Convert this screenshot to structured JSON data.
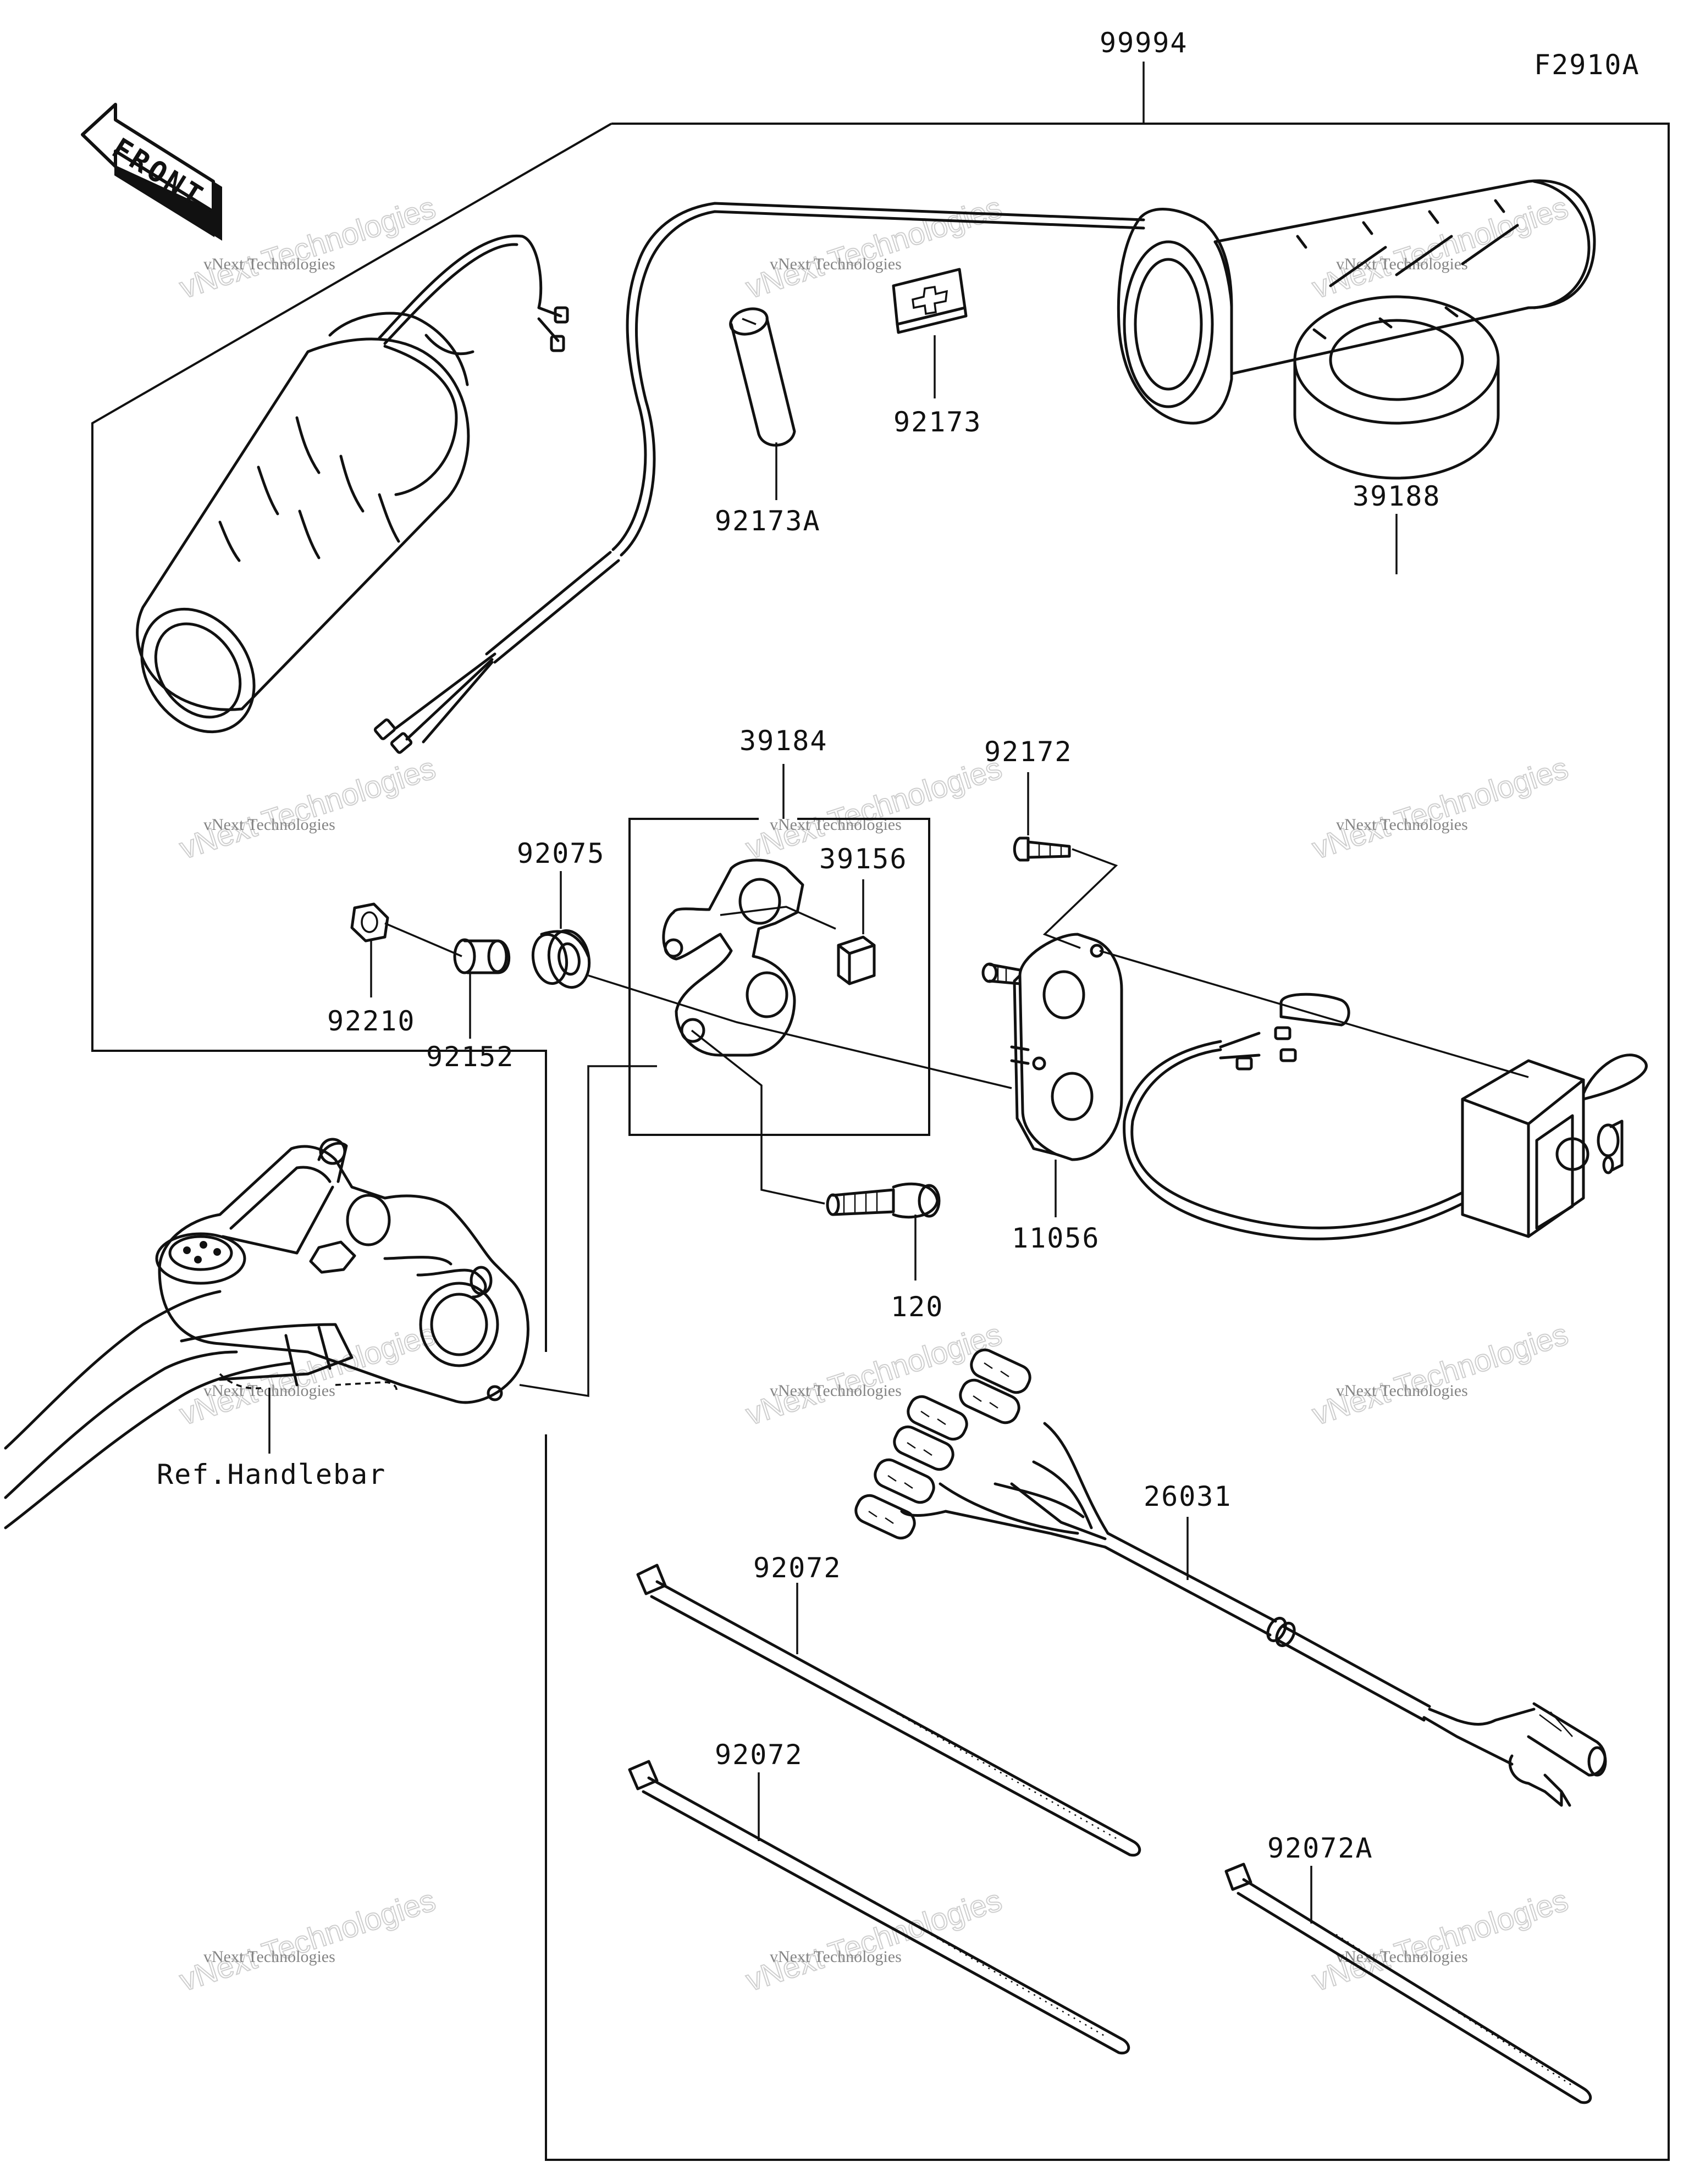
{
  "diagram": {
    "code": "F2910A",
    "front_label": "FRONT",
    "ref_label": "Ref.Handlebar",
    "watermark": {
      "line1": "vNext Technologies",
      "line2": "vNext Technologies"
    },
    "parts": [
      {
        "id": "p99994",
        "number": "99994"
      },
      {
        "id": "p92173A",
        "number": "92173A"
      },
      {
        "id": "p92173",
        "number": "92173"
      },
      {
        "id": "p39188",
        "number": "39188"
      },
      {
        "id": "p39184",
        "number": "39184"
      },
      {
        "id": "p92172",
        "number": "92172"
      },
      {
        "id": "p92075",
        "number": "92075"
      },
      {
        "id": "p39156",
        "number": "39156"
      },
      {
        "id": "p92210",
        "number": "92210"
      },
      {
        "id": "p92152",
        "number": "92152"
      },
      {
        "id": "p11056",
        "number": "11056"
      },
      {
        "id": "p120",
        "number": "120"
      },
      {
        "id": "p26031",
        "number": "26031"
      },
      {
        "id": "p92072a",
        "number": "92072"
      },
      {
        "id": "p92072b",
        "number": "92072"
      },
      {
        "id": "p92072A",
        "number": "92072A"
      }
    ]
  }
}
